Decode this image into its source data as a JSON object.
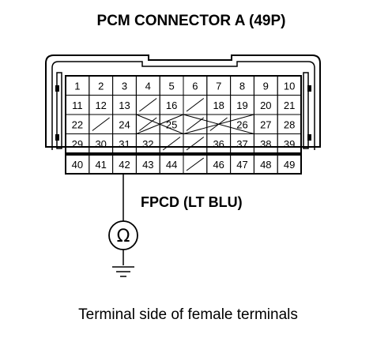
{
  "title": "PCM CONNECTOR A (49P)",
  "wire_label": "FPCD (LT BLU)",
  "caption": "Terminal side of female terminals",
  "meter_symbol": "Ω",
  "probe_terminal": "42",
  "rows": [
    [
      "1",
      "2",
      "3",
      "4",
      "5",
      "6",
      "7",
      "8",
      "9",
      "10"
    ],
    [
      "11",
      "12",
      "13",
      "",
      "16",
      "",
      "18",
      "19",
      "20",
      "21"
    ],
    [
      "22",
      "",
      "24",
      "",
      "25",
      "",
      "",
      "26",
      "27",
      "28"
    ],
    [
      "29",
      "30",
      "31",
      "32",
      "",
      "",
      "36",
      "37",
      "38",
      "39"
    ],
    [
      "40",
      "41",
      "42",
      "43",
      "44",
      "",
      "46",
      "47",
      "48",
      "49"
    ]
  ]
}
